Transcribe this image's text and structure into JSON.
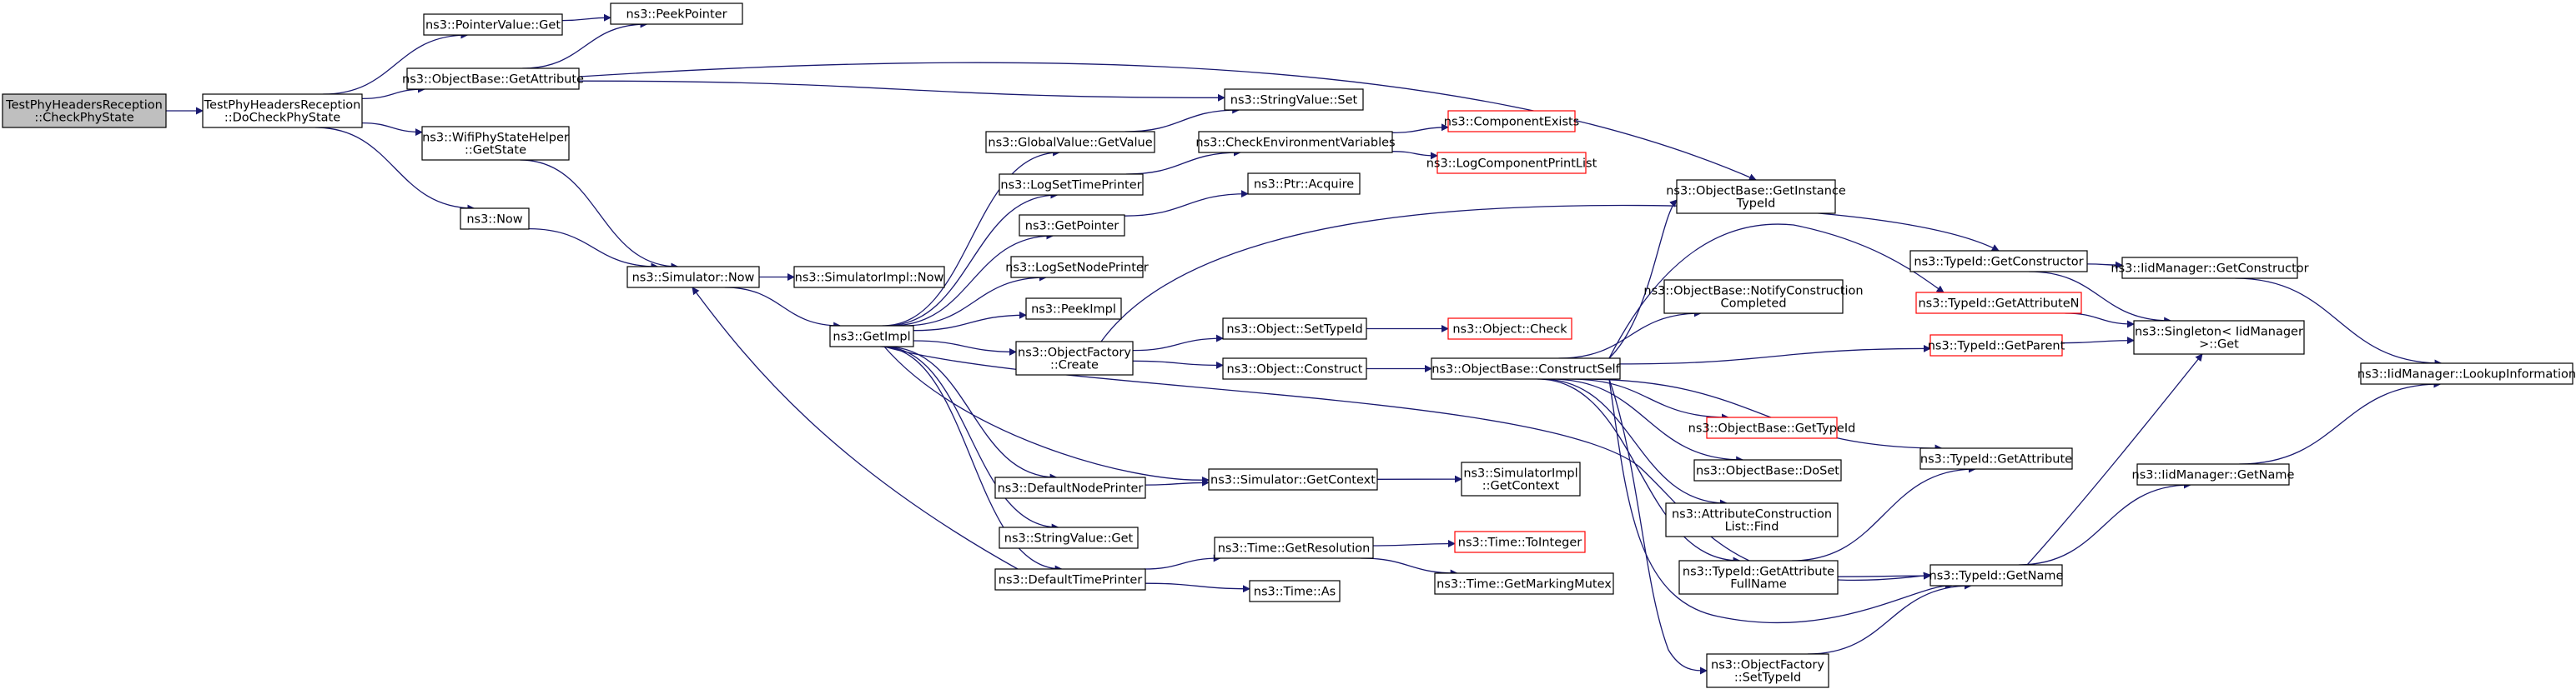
{
  "colors": {
    "edge": "#191970",
    "node_border": "#000000",
    "node_border_external": "#ff0000",
    "node_fill": "#ffffff",
    "root_fill": "#bfbfbf",
    "text": "#000000"
  },
  "nodes": [
    {
      "id": "n0",
      "lines": [
        "TestPhyHeadersReception",
        "::CheckPhyState"
      ],
      "kind": "root"
    },
    {
      "id": "n1",
      "lines": [
        "TestPhyHeadersReception",
        "::DoCheckPhyState"
      ],
      "kind": "normal"
    },
    {
      "id": "n2",
      "lines": [
        "ns3::PointerValue::Get"
      ],
      "kind": "normal"
    },
    {
      "id": "n3",
      "lines": [
        "ns3::PeekPointer"
      ],
      "kind": "normal"
    },
    {
      "id": "n4",
      "lines": [
        "ns3::ObjectBase::GetAttribute"
      ],
      "kind": "normal"
    },
    {
      "id": "n5",
      "lines": [
        "ns3::StringValue::Set"
      ],
      "kind": "normal"
    },
    {
      "id": "n6",
      "lines": [
        "ns3::WifiPhyStateHelper",
        "::GetState"
      ],
      "kind": "normal"
    },
    {
      "id": "n7",
      "lines": [
        "ns3::Now"
      ],
      "kind": "normal"
    },
    {
      "id": "n8",
      "lines": [
        "ns3::Simulator::Now"
      ],
      "kind": "normal"
    },
    {
      "id": "n9",
      "lines": [
        "ns3::SimulatorImpl::Now"
      ],
      "kind": "normal"
    },
    {
      "id": "n10",
      "lines": [
        "ns3::GetImpl"
      ],
      "kind": "normal"
    },
    {
      "id": "n11",
      "lines": [
        "ns3::GlobalValue::GetValue"
      ],
      "kind": "normal"
    },
    {
      "id": "n12",
      "lines": [
        "ns3::LogSetTimePrinter"
      ],
      "kind": "normal"
    },
    {
      "id": "n13",
      "lines": [
        "ns3::GetPointer"
      ],
      "kind": "normal"
    },
    {
      "id": "n14",
      "lines": [
        "ns3::LogSetNodePrinter"
      ],
      "kind": "normal"
    },
    {
      "id": "n15",
      "lines": [
        "ns3::PeekImpl"
      ],
      "kind": "normal"
    },
    {
      "id": "n16",
      "lines": [
        "ns3::ObjectFactory",
        "::Create"
      ],
      "kind": "normal"
    },
    {
      "id": "n17",
      "lines": [
        "ns3::DefaultNodePrinter"
      ],
      "kind": "normal"
    },
    {
      "id": "n18",
      "lines": [
        "ns3::StringValue::Get"
      ],
      "kind": "normal"
    },
    {
      "id": "n19",
      "lines": [
        "ns3::DefaultTimePrinter"
      ],
      "kind": "normal"
    },
    {
      "id": "n20",
      "lines": [
        "ns3::CheckEnvironmentVariables"
      ],
      "kind": "normal"
    },
    {
      "id": "n21",
      "lines": [
        "ns3::ComponentExists"
      ],
      "kind": "external"
    },
    {
      "id": "n22",
      "lines": [
        "ns3::LogComponentPrintList"
      ],
      "kind": "external"
    },
    {
      "id": "n23",
      "lines": [
        "ns3::Ptr::Acquire"
      ],
      "kind": "normal"
    },
    {
      "id": "n24",
      "lines": [
        "ns3::Object::SetTypeId"
      ],
      "kind": "normal"
    },
    {
      "id": "n25",
      "lines": [
        "ns3::Object::Check"
      ],
      "kind": "external"
    },
    {
      "id": "n26",
      "lines": [
        "ns3::Object::Construct"
      ],
      "kind": "normal"
    },
    {
      "id": "n27",
      "lines": [
        "ns3::ObjectBase::ConstructSelf"
      ],
      "kind": "normal"
    },
    {
      "id": "n28",
      "lines": [
        "ns3::Simulator::GetContext"
      ],
      "kind": "normal"
    },
    {
      "id": "n29",
      "lines": [
        "ns3::SimulatorImpl",
        "::GetContext"
      ],
      "kind": "normal"
    },
    {
      "id": "n30",
      "lines": [
        "ns3::Time::GetResolution"
      ],
      "kind": "normal"
    },
    {
      "id": "n31",
      "lines": [
        "ns3::Time::ToInteger"
      ],
      "kind": "external"
    },
    {
      "id": "n32",
      "lines": [
        "ns3::Time::GetMarkingMutex"
      ],
      "kind": "normal"
    },
    {
      "id": "n33",
      "lines": [
        "ns3::Time::As"
      ],
      "kind": "normal"
    },
    {
      "id": "n34",
      "lines": [
        "ns3::ObjectBase::GetInstance",
        "TypeId"
      ],
      "kind": "normal"
    },
    {
      "id": "n35",
      "lines": [
        "ns3::ObjectBase::NotifyConstruction",
        "Completed"
      ],
      "kind": "normal"
    },
    {
      "id": "n36",
      "lines": [
        "ns3::ObjectBase::GetTypeId"
      ],
      "kind": "external"
    },
    {
      "id": "n37",
      "lines": [
        "ns3::ObjectBase::DoSet"
      ],
      "kind": "normal"
    },
    {
      "id": "n38",
      "lines": [
        "ns3::AttributeConstruction",
        "List::Find"
      ],
      "kind": "normal"
    },
    {
      "id": "n39",
      "lines": [
        "ns3::TypeId::GetAttribute",
        "FullName"
      ],
      "kind": "normal"
    },
    {
      "id": "n40",
      "lines": [
        "ns3::ObjectFactory",
        "::SetTypeId"
      ],
      "kind": "normal"
    },
    {
      "id": "n41",
      "lines": [
        "ns3::TypeId::GetConstructor"
      ],
      "kind": "normal"
    },
    {
      "id": "n42",
      "lines": [
        "ns3::TypeId::GetAttributeN"
      ],
      "kind": "external"
    },
    {
      "id": "n43",
      "lines": [
        "ns3::TypeId::GetParent"
      ],
      "kind": "external"
    },
    {
      "id": "n44",
      "lines": [
        "ns3::TypeId::GetAttribute"
      ],
      "kind": "normal"
    },
    {
      "id": "n45",
      "lines": [
        "ns3::TypeId::GetName"
      ],
      "kind": "normal"
    },
    {
      "id": "n46",
      "lines": [
        "ns3::IidManager::GetConstructor"
      ],
      "kind": "normal"
    },
    {
      "id": "n47",
      "lines": [
        "ns3::Singleton< IidManager",
        " >::Get"
      ],
      "kind": "normal"
    },
    {
      "id": "n48",
      "lines": [
        "ns3::IidManager::LookupInformation"
      ],
      "kind": "normal"
    },
    {
      "id": "n49",
      "lines": [
        "ns3::IidManager::GetName"
      ],
      "kind": "normal"
    }
  ],
  "edges": [
    [
      "n0",
      "n1"
    ],
    [
      "n1",
      "n2"
    ],
    [
      "n1",
      "n4"
    ],
    [
      "n1",
      "n6"
    ],
    [
      "n1",
      "n7"
    ],
    [
      "n2",
      "n3"
    ],
    [
      "n4",
      "n3"
    ],
    [
      "n4",
      "n5"
    ],
    [
      "n4",
      "n34"
    ],
    [
      "n6",
      "n8"
    ],
    [
      "n7",
      "n8"
    ],
    [
      "n8",
      "n9"
    ],
    [
      "n8",
      "n10"
    ],
    [
      "n10",
      "n11"
    ],
    [
      "n10",
      "n12"
    ],
    [
      "n10",
      "n13"
    ],
    [
      "n10",
      "n14"
    ],
    [
      "n10",
      "n15"
    ],
    [
      "n10",
      "n16"
    ],
    [
      "n10",
      "n17"
    ],
    [
      "n10",
      "n18"
    ],
    [
      "n10",
      "n19"
    ],
    [
      "n10",
      "n28"
    ],
    [
      "n10",
      "n45"
    ],
    [
      "n11",
      "n5"
    ],
    [
      "n12",
      "n20"
    ],
    [
      "n13",
      "n23"
    ],
    [
      "n16",
      "n24"
    ],
    [
      "n16",
      "n26"
    ],
    [
      "n16",
      "n41"
    ],
    [
      "n17",
      "n28"
    ],
    [
      "n19",
      "n8"
    ],
    [
      "n19",
      "n30"
    ],
    [
      "n19",
      "n33"
    ],
    [
      "n20",
      "n21"
    ],
    [
      "n20",
      "n22"
    ],
    [
      "n24",
      "n25"
    ],
    [
      "n26",
      "n27"
    ],
    [
      "n27",
      "n34"
    ],
    [
      "n27",
      "n35"
    ],
    [
      "n27",
      "n36"
    ],
    [
      "n27",
      "n37"
    ],
    [
      "n27",
      "n38"
    ],
    [
      "n27",
      "n39"
    ],
    [
      "n27",
      "n40"
    ],
    [
      "n27",
      "n42"
    ],
    [
      "n27",
      "n43"
    ],
    [
      "n27",
      "n44"
    ],
    [
      "n27",
      "n45"
    ],
    [
      "n28",
      "n29"
    ],
    [
      "n30",
      "n31"
    ],
    [
      "n30",
      "n32"
    ],
    [
      "n39",
      "n44"
    ],
    [
      "n39",
      "n45"
    ],
    [
      "n40",
      "n45"
    ],
    [
      "n41",
      "n46"
    ],
    [
      "n41",
      "n47"
    ],
    [
      "n42",
      "n47"
    ],
    [
      "n43",
      "n47"
    ],
    [
      "n45",
      "n47"
    ],
    [
      "n45",
      "n49"
    ],
    [
      "n46",
      "n48"
    ],
    [
      "n49",
      "n48"
    ]
  ]
}
